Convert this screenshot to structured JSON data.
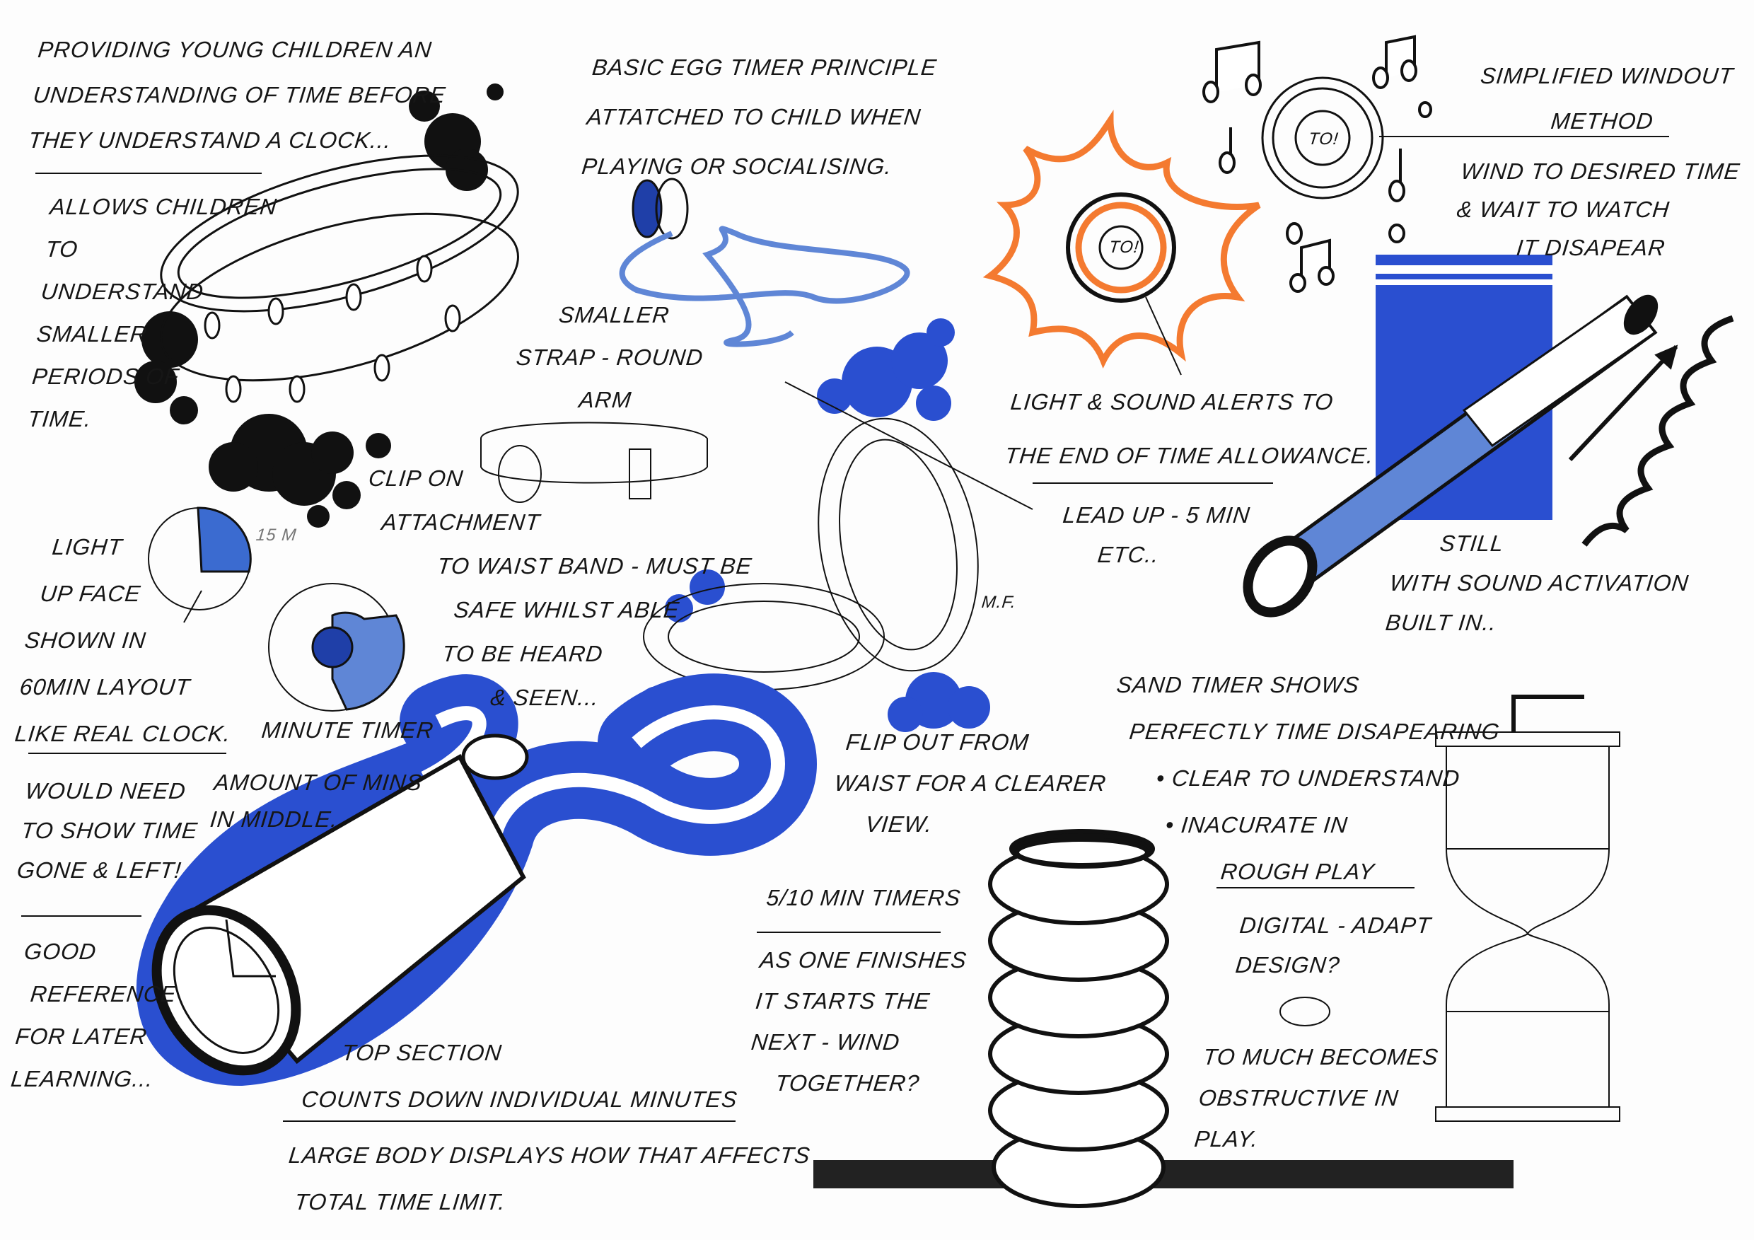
{
  "notes": {
    "intro": [
      "Providing young children an",
      "understanding of time before",
      "they understand a clock..."
    ],
    "allows": [
      "Allows children",
      "to",
      "understand",
      "smaller",
      "periods of",
      "time."
    ],
    "egg": [
      "Basic egg timer principle",
      "attatched to child when",
      "playing or socialising."
    ],
    "simplified": [
      "Simplified windout",
      "method"
    ],
    "wind": [
      "Wind to desired time",
      "& wait to watch",
      "it disapear"
    ],
    "strap": [
      "Smaller",
      "strap - round",
      "arm"
    ],
    "alerts": [
      "Light & sound alerts to",
      "the end of time allowance."
    ],
    "leadup": [
      "Lead up - 5 min",
      "etc.."
    ],
    "clip": [
      "Clip on",
      "attachment",
      "to waist band - must be",
      "safe whilst able",
      "to be heard",
      "& seen..."
    ],
    "face": [
      "Light",
      "up face",
      "shown in",
      "60min layout",
      "like real clock."
    ],
    "pie_label": "15 M",
    "minute_timer": "Minute timer",
    "still": [
      "Still",
      "with sound activation",
      "built in.."
    ],
    "sand": [
      "Sand timer shows",
      "perfectly time disapearing",
      "• clear to understand",
      "• inacurate in",
      "rough play"
    ],
    "flip": [
      "Flip out from",
      "waist for a clearer",
      "view."
    ],
    "would": [
      "Would need",
      "to show time",
      "gone & left!"
    ],
    "amount": [
      "Amount of mins",
      "in middle."
    ],
    "good": [
      "Good",
      "reference",
      "for later",
      "learning..."
    ],
    "timers": [
      "5/10 min timers",
      "as one finishes",
      "it starts the",
      "next - wind",
      "together?"
    ],
    "digital": [
      "Digital - adapt",
      "design?"
    ],
    "tomuch": [
      "To much becomes",
      "obstructive in",
      "play."
    ],
    "top": [
      "Top section",
      "counts down individual minutes"
    ],
    "large": [
      "Large body displays how that affects",
      "total time limit."
    ],
    "face_text": "TO!",
    "initials": "M.F."
  },
  "colors": {
    "blue": "#2a4fd0",
    "light_blue": "#5f86d6",
    "orange": "#f47a30",
    "ink": "#111111"
  }
}
